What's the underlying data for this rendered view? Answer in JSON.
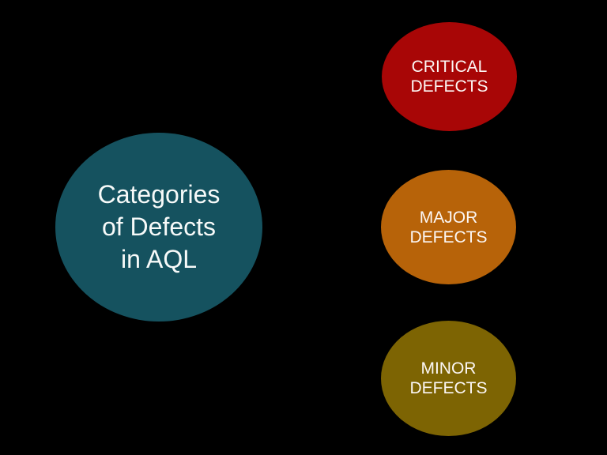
{
  "background_color": "#000000",
  "main_circle": {
    "label": "Categories of Defects in AQL",
    "lines": [
      "Categories",
      "of Defects",
      "in AQL"
    ],
    "fill": "#15525F",
    "text_color": "#FFFFFF"
  },
  "defect_circles": [
    {
      "id": "critical",
      "label": "CRITICAL DEFECTS",
      "lines": [
        "CRITICAL",
        "DEFECTS"
      ],
      "fill": "#A80606",
      "text_color": "#FFFFFF"
    },
    {
      "id": "major",
      "label": "MAJOR DEFECTS",
      "lines": [
        "MAJOR",
        "DEFECTS"
      ],
      "fill": "#B76309",
      "text_color": "#FFFFFF"
    },
    {
      "id": "minor",
      "label": "MINOR DEFECTS",
      "lines": [
        "MINOR",
        "DEFECTS"
      ],
      "fill": "#7D6403",
      "text_color": "#FFFFFF"
    }
  ]
}
